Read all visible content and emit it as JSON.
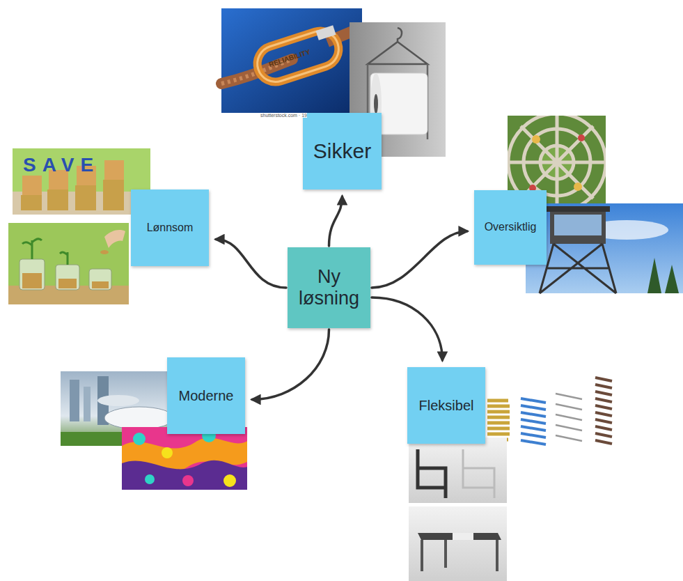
{
  "diagram": {
    "nodes": [
      {
        "text": [
          "Ny løsning"
        ]
      },
      {
        "text": [
          "Sikker"
        ]
      },
      {
        "text": [
          "Oversiktlig"
        ]
      },
      {
        "text": [
          "Fleksibel"
        ]
      },
      {
        "text": [
          "Moderne"
        ]
      },
      {
        "text": [
          "Lønnsom"
        ]
      }
    ],
    "edges": [
      {
        "from": 0,
        "to": 1,
        "arrow": "to"
      },
      {
        "from": 0,
        "to": 2,
        "arrow": "to"
      },
      {
        "from": 0,
        "to": 3,
        "arrow": "to"
      },
      {
        "from": 0,
        "to": 4,
        "arrow": "to"
      },
      {
        "from": 0,
        "to": 5,
        "arrow": "to"
      }
    ],
    "labels": [
      "RELIABILITY",
      "shutterstock.com · 19",
      "SAVE"
    ]
  }
}
